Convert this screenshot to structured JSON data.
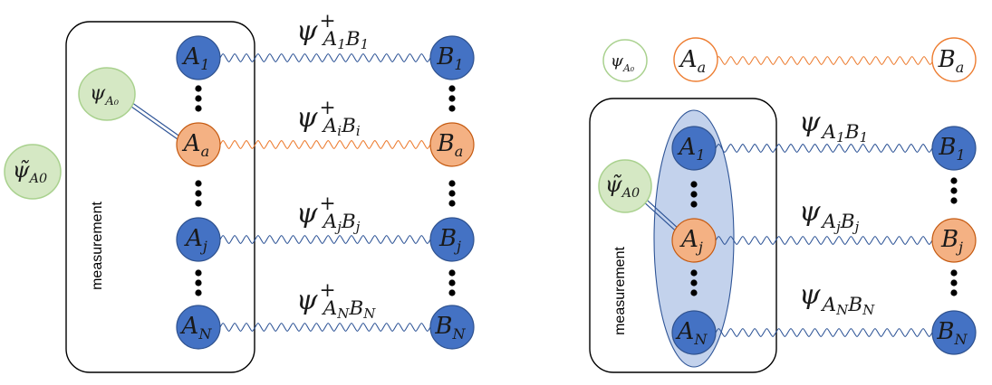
{
  "colors": {
    "blue": "#4472c4",
    "blue_dark": "#2f528f",
    "orange": "#f4b183",
    "orange_dark": "#c55a11",
    "green": "#d5e8c4",
    "green_stroke": "#a9d18e",
    "link_blue": "#2f5597",
    "link_orange": "#ed7d31",
    "ellipse_fill": "#b4c7e7"
  },
  "left_panel": {
    "measurement_label": "measurement",
    "outside_psi": {
      "base": "ψ̃",
      "sub": "A0"
    },
    "psi_a0": {
      "base": "ψ",
      "sub": "A₀"
    },
    "nodes_a": [
      {
        "base": "A",
        "sub": "1",
        "color": "blue"
      },
      {
        "base": "A",
        "sub": "a",
        "color": "orange"
      },
      {
        "base": "A",
        "sub": "j",
        "color": "blue"
      },
      {
        "base": "A",
        "sub": "N",
        "color": "blue"
      }
    ],
    "nodes_b": [
      {
        "base": "B",
        "sub": "1",
        "color": "blue"
      },
      {
        "base": "B",
        "sub": "a",
        "color": "orange"
      },
      {
        "base": "B",
        "sub": "j",
        "color": "blue"
      },
      {
        "base": "B",
        "sub": "N",
        "color": "blue"
      }
    ],
    "links": [
      {
        "base": "ψ",
        "sup": "+",
        "sub": "A",
        "subsub": "1",
        "sub2": "B",
        "sub2sub": "1"
      },
      {
        "base": "ψ",
        "sup": "+",
        "sub": "A",
        "subsub": "i",
        "sub2": "B",
        "sub2sub": "i"
      },
      {
        "base": "ψ",
        "sup": "+",
        "sub": "A",
        "subsub": "j",
        "sub2": "B",
        "sub2sub": "j"
      },
      {
        "base": "ψ",
        "sup": "+",
        "sub": "A",
        "subsub": "N",
        "sub2": "B",
        "sub2sub": "N"
      }
    ]
  },
  "right_panel": {
    "measurement_label": "measurement",
    "top_psi": {
      "base": "ψ",
      "sub": "A₀"
    },
    "top_a": {
      "base": "A",
      "sub": "a"
    },
    "top_b": {
      "base": "B",
      "sub": "a"
    },
    "psi_a0": {
      "base": "ψ̃",
      "sub": "A0"
    },
    "nodes_a": [
      {
        "base": "A",
        "sub": "1",
        "color": "blue"
      },
      {
        "base": "A",
        "sub": "j",
        "color": "orange"
      },
      {
        "base": "A",
        "sub": "N",
        "color": "blue"
      }
    ],
    "nodes_b": [
      {
        "base": "B",
        "sub": "1",
        "color": "blue"
      },
      {
        "base": "B",
        "sub": "j",
        "color": "orange"
      },
      {
        "base": "B",
        "sub": "N",
        "color": "blue"
      }
    ],
    "links": [
      {
        "base": "ψ",
        "sub": "A",
        "subsub": "1",
        "sub2": "B",
        "sub2sub": "1"
      },
      {
        "base": "ψ",
        "sub": "A",
        "subsub": "j",
        "sub2": "B",
        "sub2sub": "j"
      },
      {
        "base": "ψ",
        "sub": "A",
        "subsub": "N",
        "sub2": "B",
        "sub2sub": "N"
      }
    ]
  }
}
